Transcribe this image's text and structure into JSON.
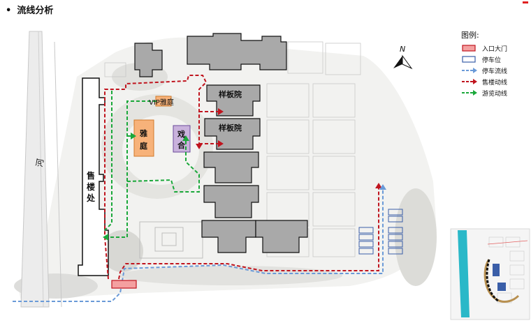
{
  "title": "流线分析",
  "bullet": "•",
  "north": "N",
  "river": "河",
  "buildings": {
    "sales_office": "售楼处",
    "vip_yating": "VIP雅庭",
    "yating": "雅庭",
    "xihe": "戏合",
    "model_house_1": "样板院",
    "model_house_2": "样板院"
  },
  "legend": {
    "title": "图例:",
    "items": [
      {
        "label": "入口大门",
        "kind": "gate"
      },
      {
        "label": "停车位",
        "kind": "parking"
      },
      {
        "label": "停车流线",
        "kind": "blue-line"
      },
      {
        "label": "售楼动线",
        "kind": "red-line"
      },
      {
        "label": "游览动线",
        "kind": "green-line"
      }
    ]
  },
  "colors": {
    "gate": "#f4a0a0",
    "parking": "#3a5ea8",
    "parking_flow": "#6a9ad8",
    "sales_flow": "#c0141e",
    "tour_flow": "#1aa83a",
    "building": "#a9a9a9",
    "yating": "#f7b27a",
    "xihe": "#c9b2dc",
    "water": "#2ab8c8"
  }
}
